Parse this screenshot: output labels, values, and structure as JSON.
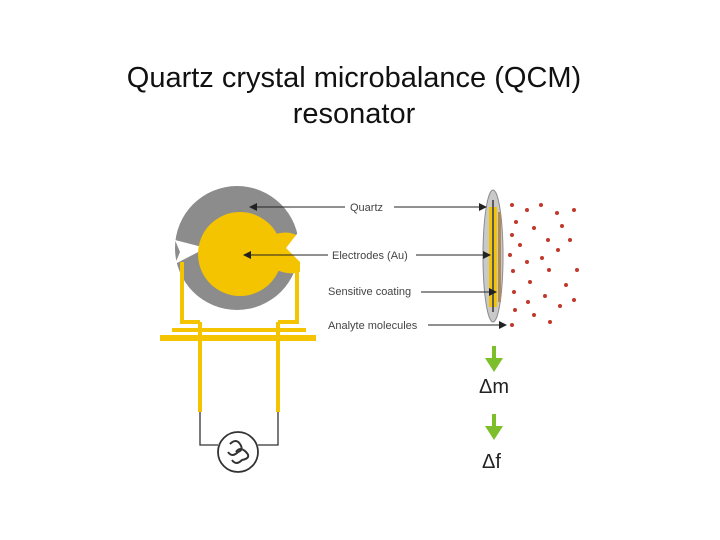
{
  "title": {
    "line1": "Quartz crystal microbalance (QCM)",
    "line2": "resonator"
  },
  "diagram": {
    "labels": {
      "quartz": "Quartz",
      "electrodes": "Electrodes (Au)",
      "coating": "Sensitive coating",
      "analyte": "Analyte molecules"
    },
    "delta_mass": "Δm",
    "delta_freq": "Δf",
    "source_symbol": "AC voltage source",
    "colors": {
      "quartz": "#8c8c8c",
      "electrode": "#f5c400",
      "wire": "#f5c400",
      "molecule": "#c0392b",
      "arrow": "#7cbf2a",
      "source_circle": "#333333"
    }
  }
}
